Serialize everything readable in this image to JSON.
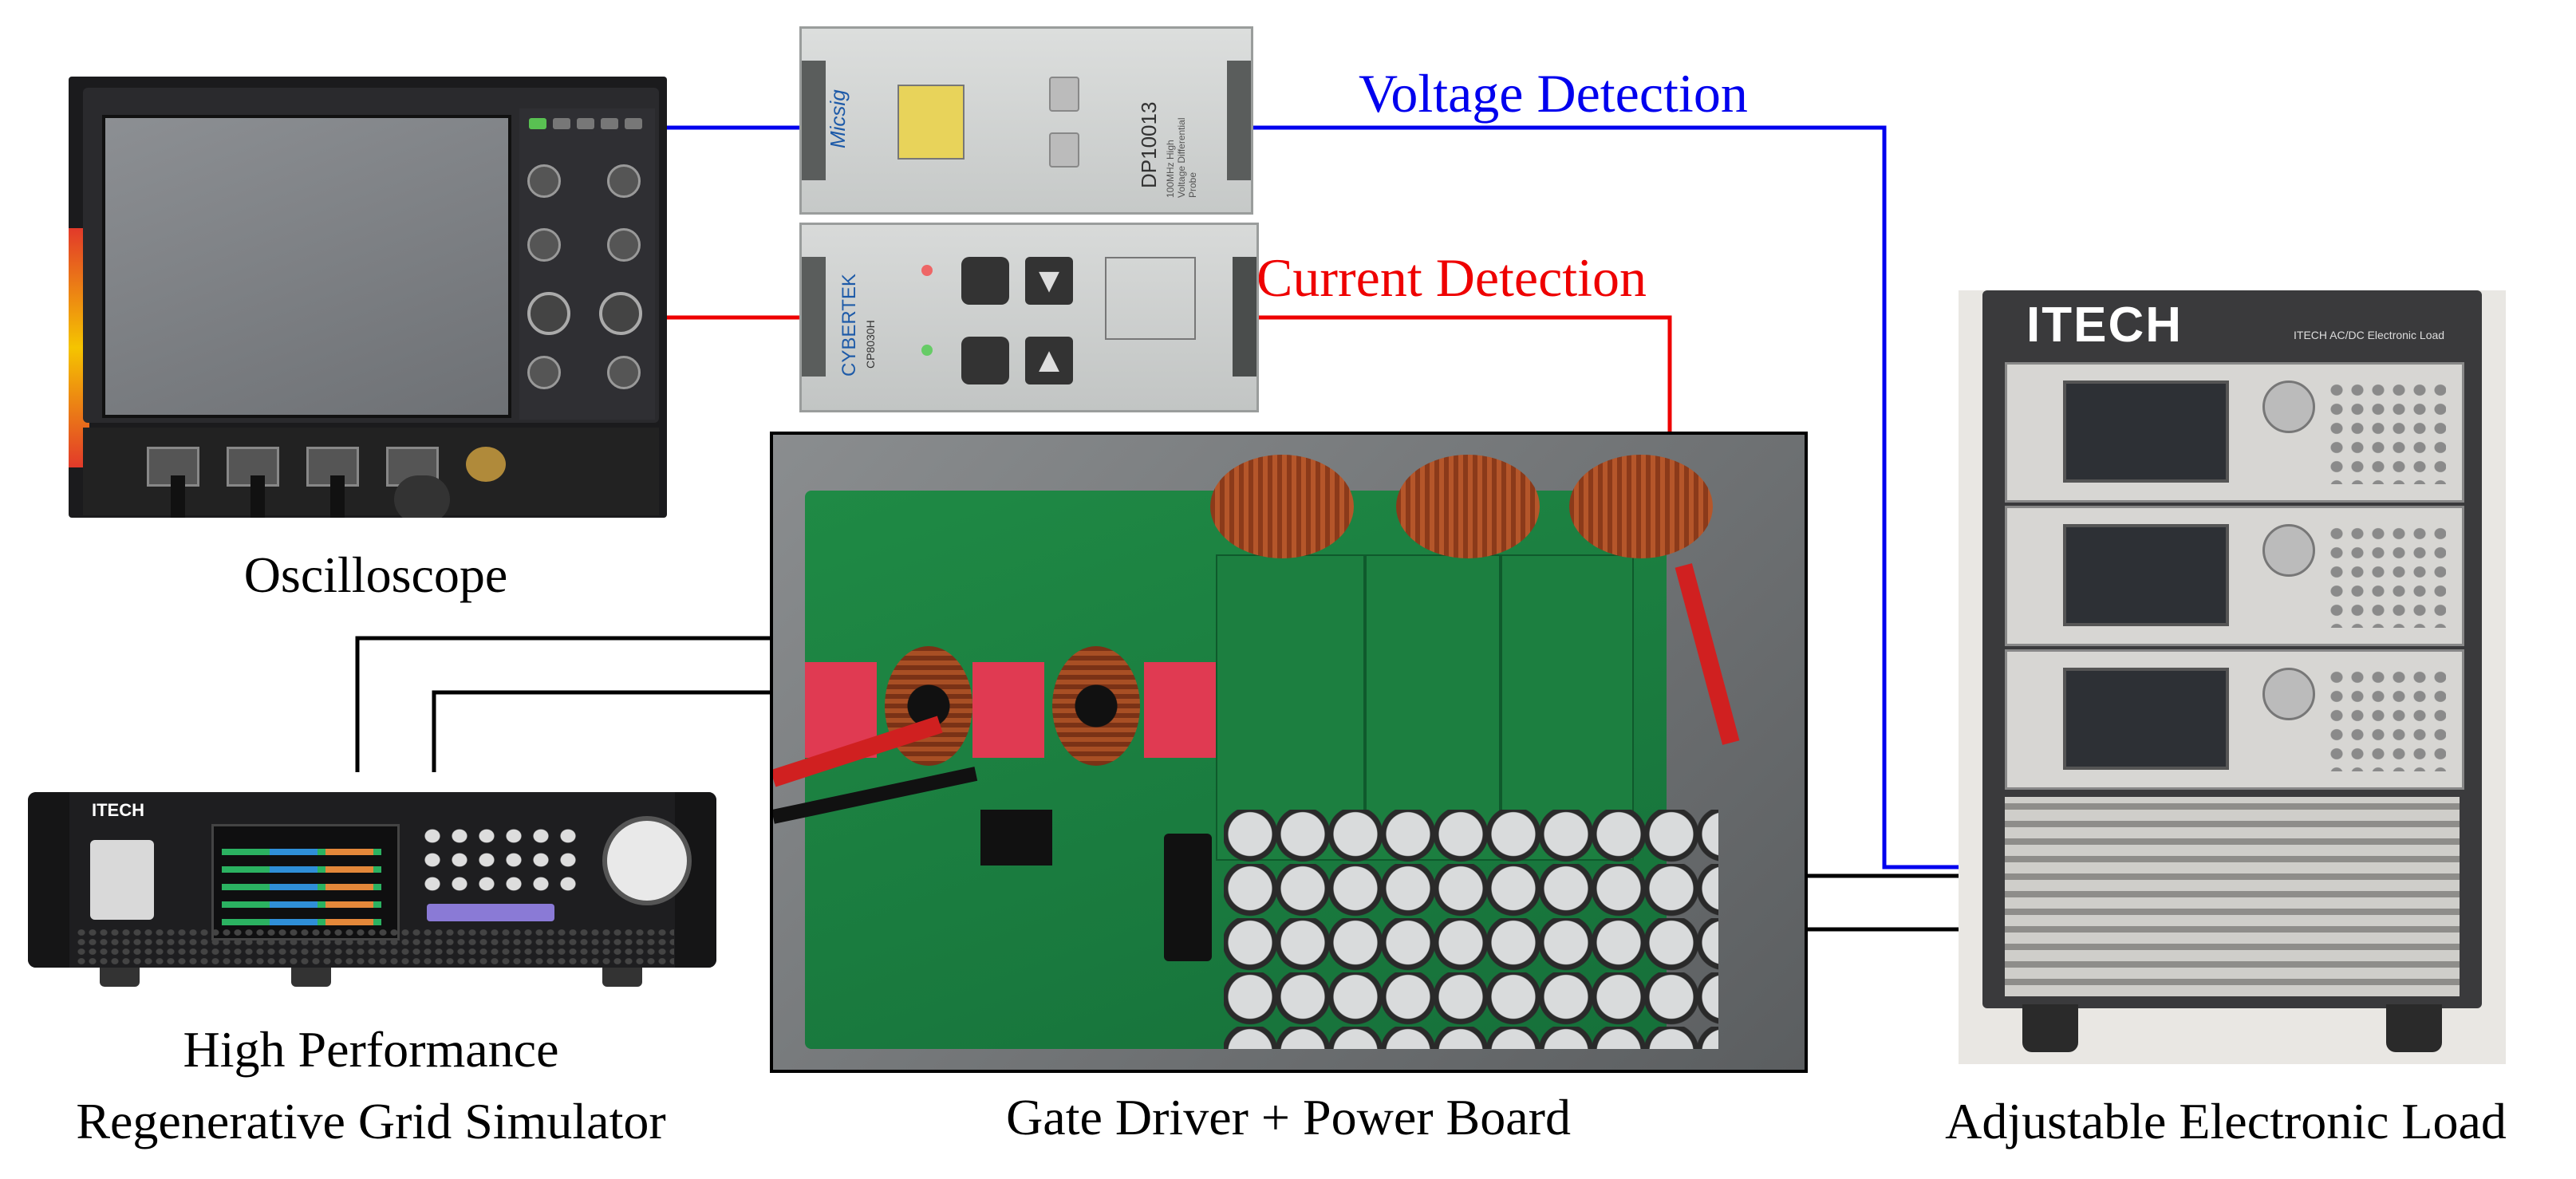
{
  "labels": {
    "voltage": "Voltage Detection",
    "current": "Current Detection",
    "oscilloscope": "Oscilloscope",
    "grid_sim_line1": "High Performance",
    "grid_sim_line2": "Regenerative  Grid Simulator",
    "power_board": "Gate Driver + Power Board",
    "load": "Adjustable Electronic Load"
  },
  "device_text": {
    "voltage_probe_brand": "Micsig",
    "voltage_probe_model": "DP10013",
    "voltage_probe_sub": "100MHz High Voltage Differential Probe",
    "current_probe_brand": "CYBERTEK",
    "current_probe_model": "CP8030H",
    "load_brand": "ITECH",
    "load_subtitle": "ITECH  AC/DC Electronic Load",
    "grid_brand": "ITECH"
  },
  "colors": {
    "voltage_line": "#0000ee",
    "current_line": "#ee0000",
    "power_line": "#000000"
  }
}
